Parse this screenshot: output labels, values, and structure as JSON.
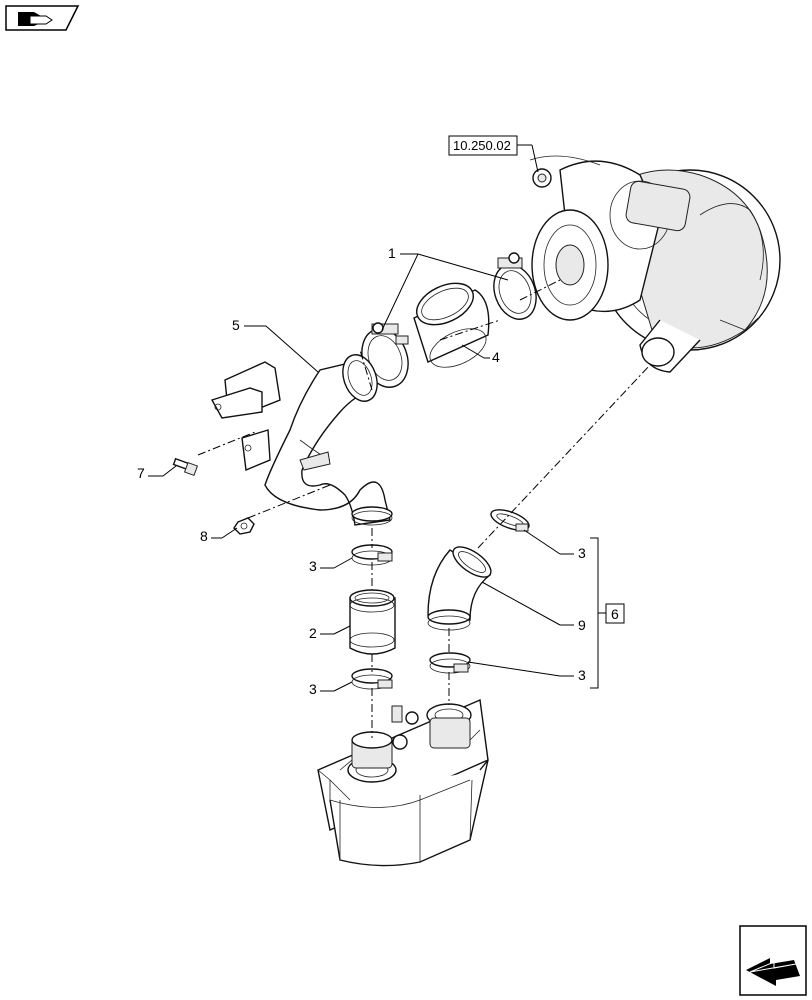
{
  "diagram": {
    "reference_box": "10.250.02",
    "group_box": "6",
    "callouts": {
      "clamp_top": "1",
      "hose_top": "4",
      "pipe_elbow": "5",
      "bolt": "7",
      "nut": "8",
      "clamp_upper_left": "3",
      "hose_mid": "2",
      "clamp_lower_left": "3",
      "clamp_upper_right": "3",
      "elbow_right": "9",
      "clamp_lower_right": "3"
    }
  },
  "nav": {
    "top_left_icon": "page-flip-icon",
    "bottom_right_icon": "next-page-arrow-icon"
  }
}
